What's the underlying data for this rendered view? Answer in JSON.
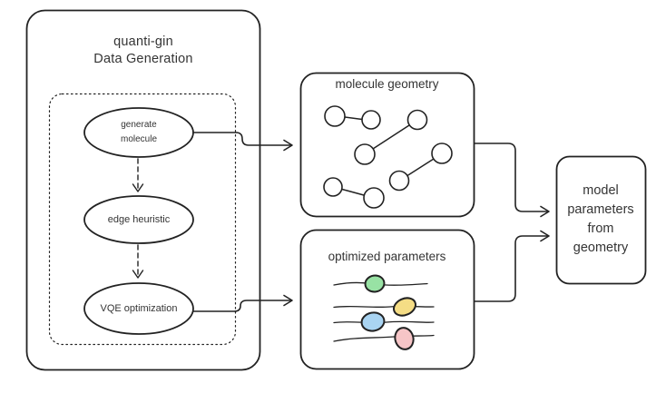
{
  "colors": {
    "stroke": "#222222",
    "text": "#343434",
    "background": "#ffffff",
    "slider_green": "#98e2a4",
    "slider_yellow": "#f5dd85",
    "slider_blue": "#a9d4f2",
    "slider_pink": "#f6c5c7"
  },
  "generator_panel": {
    "title": "quanti-gin\nData Generation",
    "steps": [
      {
        "label": "generate\nmolecule"
      },
      {
        "label": "edge heuristic"
      },
      {
        "label": "VQE optimization"
      }
    ]
  },
  "molecule_geometry_box": {
    "title": "molecule geometry"
  },
  "optimized_parameters_box": {
    "title": "optimized parameters"
  },
  "output_box": {
    "label": "model\nparameters\nfrom\ngeometry"
  }
}
